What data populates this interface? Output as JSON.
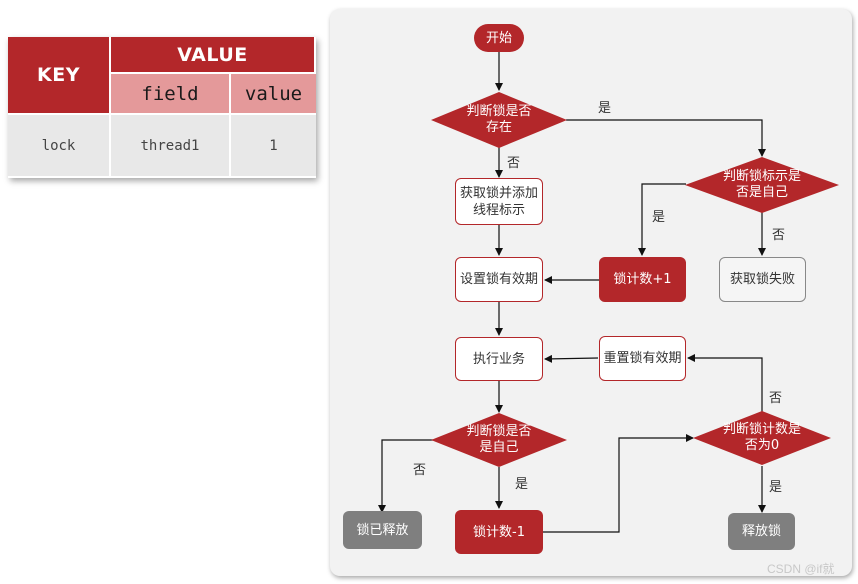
{
  "table": {
    "key_header": "KEY",
    "value_header": "VALUE",
    "field_header": "field",
    "value_sub_header": "value",
    "row": {
      "key": "lock",
      "field": "thread1",
      "value": "1"
    }
  },
  "flow": {
    "start": "开始",
    "check_exists": "判断锁是否存在",
    "acquire_set": "获取锁并添加线程标示",
    "set_expire": "设置锁有效期",
    "execute": "执行业务",
    "check_owner_end": "判断锁是否是自己",
    "released_already": "锁已释放",
    "decrement": "锁计数-1",
    "check_owner": "判断锁标示是否是自己",
    "increment": "锁计数+1",
    "fail": "获取锁失败",
    "reset_expire": "重置锁有效期",
    "check_zero": "判断锁计数是否为0",
    "release": "释放锁"
  },
  "edge_labels": {
    "yes": "是",
    "no": "否"
  },
  "watermark": "CSDN @if就",
  "colors": {
    "brand_red": "#b3272a",
    "light_red": "#e4999a",
    "gray": "#7f7f7f",
    "panel_bg": "#f2f2f2"
  }
}
